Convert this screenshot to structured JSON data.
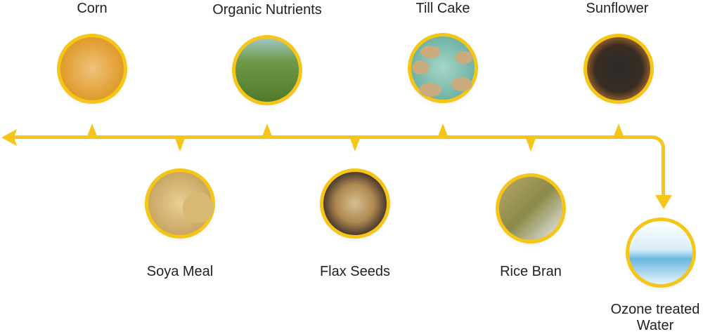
{
  "colors": {
    "accent": "#F5C518"
  },
  "items_top": [
    {
      "label": "Corn",
      "icon": "corn-photo"
    },
    {
      "label": "Organic Nutrients",
      "icon": "organic-field-photo"
    },
    {
      "label": "Till Cake",
      "icon": "till-cake-photo"
    },
    {
      "label": "Sunflower",
      "icon": "sunflower-seeds-photo"
    }
  ],
  "items_bottom": [
    {
      "label": "Soya Meal",
      "icon": "soya-photo"
    },
    {
      "label": "Flax Seeds",
      "icon": "flax-seeds-photo"
    },
    {
      "label": "Rice Bran",
      "icon": "rice-bran-photo"
    }
  ],
  "final": {
    "label": "Ozone treated Water",
    "icon": "water-photo"
  }
}
